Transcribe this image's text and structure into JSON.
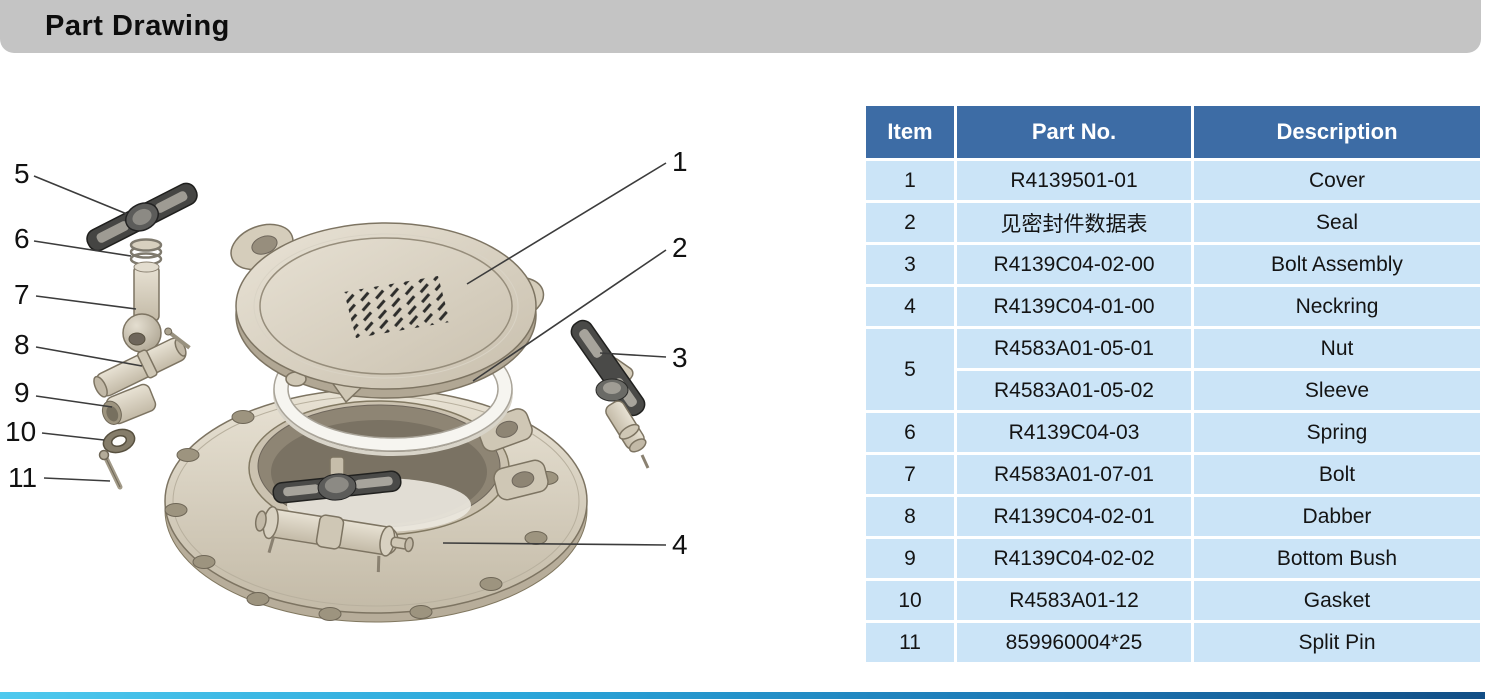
{
  "title": "Part Drawing",
  "table": {
    "headers": {
      "item": "Item",
      "part": "Part No.",
      "desc": "Description"
    },
    "rows": [
      {
        "item": "1",
        "part": "R4139501-01",
        "desc": "Cover"
      },
      {
        "item": "2",
        "part": "见密封件数据表",
        "desc": "Seal"
      },
      {
        "item": "3",
        "part": "R4139C04-02-00",
        "desc": "Bolt Assembly"
      },
      {
        "item": "4",
        "part": "R4139C04-01-00",
        "desc": "Neckring"
      },
      {
        "item": "5",
        "part": "R4583A01-05-01",
        "desc": "Nut"
      },
      {
        "item": "",
        "part": "R4583A01-05-02",
        "desc": "Sleeve"
      },
      {
        "item": "6",
        "part": "R4139C04-03",
        "desc": "Spring"
      },
      {
        "item": "7",
        "part": "R4583A01-07-01",
        "desc": "Bolt"
      },
      {
        "item": "8",
        "part": "R4139C04-02-01",
        "desc": "Dabber"
      },
      {
        "item": "9",
        "part": "R4139C04-02-02",
        "desc": "Bottom Bush"
      },
      {
        "item": "10",
        "part": "R4583A01-12",
        "desc": "Gasket"
      },
      {
        "item": "11",
        "part": "859960004*25",
        "desc": "Split Pin"
      }
    ]
  },
  "drawing": {
    "callouts": [
      "1",
      "2",
      "3",
      "4",
      "5",
      "6",
      "7",
      "8",
      "9",
      "10",
      "11"
    ]
  },
  "colors": {
    "header_blue": "#3D6CA5",
    "row_blue": "#CBE4F7",
    "title_gray": "#C4C4C4",
    "strip_cyan": "#4EC9EE",
    "strip_navy": "#124E85"
  }
}
